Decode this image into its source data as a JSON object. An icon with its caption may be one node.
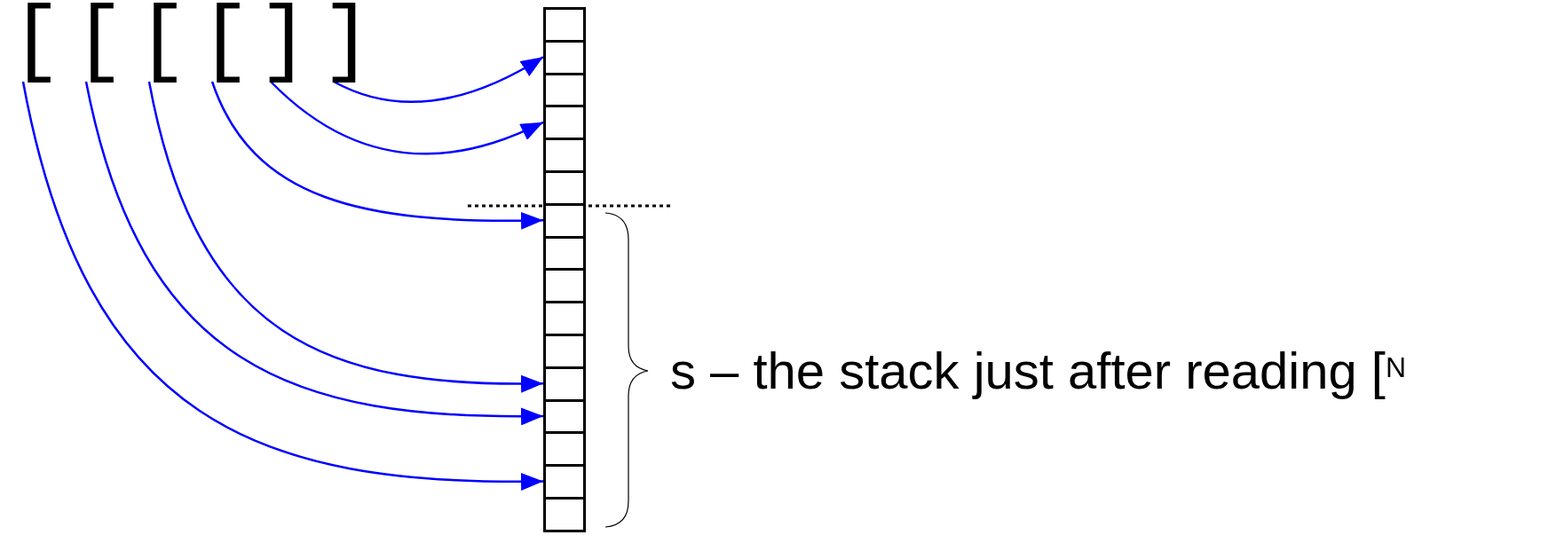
{
  "diagram": {
    "nodes": [
      {
        "text": [
          "["
        ]
      },
      {
        "text": [
          "["
        ]
      },
      {
        "text": [
          "["
        ]
      },
      {
        "text": [
          "["
        ]
      },
      {
        "text": [
          "]"
        ]
      },
      {
        "text": [
          "]"
        ]
      },
      {
        "text": [],
        "shape": "box"
      },
      {
        "text": [],
        "shape": "box"
      },
      {
        "text": [],
        "shape": "box"
      },
      {
        "text": [],
        "shape": "box"
      },
      {
        "text": [],
        "shape": "box"
      },
      {
        "text": [],
        "shape": "box"
      },
      {
        "text": [],
        "shape": "box"
      },
      {
        "text": [],
        "shape": "box"
      },
      {
        "text": [],
        "shape": "box"
      },
      {
        "text": [],
        "shape": "box"
      },
      {
        "text": [],
        "shape": "box"
      },
      {
        "text": [],
        "shape": "box"
      },
      {
        "text": [],
        "shape": "box"
      },
      {
        "text": [],
        "shape": "box"
      },
      {
        "text": [],
        "shape": "box"
      },
      {
        "text": [],
        "shape": "box"
      }
    ],
    "edges": [
      {
        "from": 0,
        "to": 20,
        "arrow": "to",
        "color": "#0000ff"
      },
      {
        "from": 1,
        "to": 18,
        "arrow": "to",
        "color": "#0000ff"
      },
      {
        "from": 2,
        "to": 17,
        "arrow": "to",
        "color": "#0000ff"
      },
      {
        "from": 3,
        "to": 12,
        "arrow": "to",
        "color": "#0000ff"
      },
      {
        "from": 4,
        "to": 9,
        "arrow": "to",
        "color": "#0000ff"
      },
      {
        "from": 5,
        "to": 7,
        "arrow": "to",
        "color": "#0000ff"
      }
    ],
    "labels": [
      "s – the stack just after reading [$^{N}$"
    ]
  }
}
